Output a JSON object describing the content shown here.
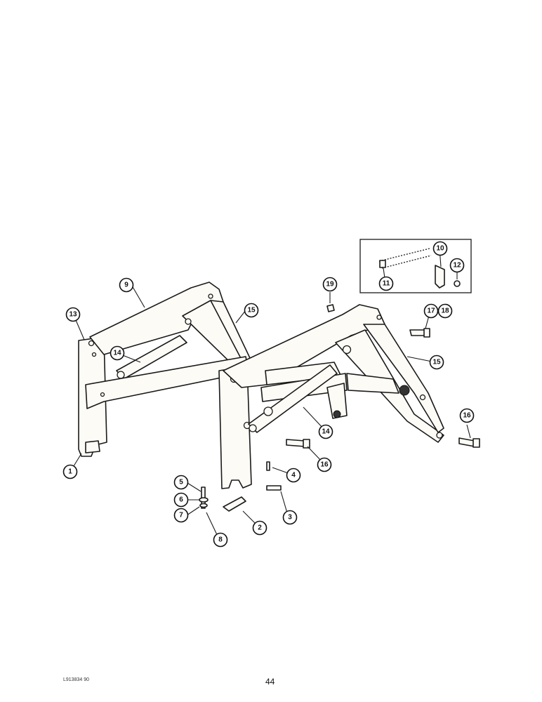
{
  "figure": {
    "callouts": [
      {
        "id": "c1",
        "label": "1"
      },
      {
        "id": "c2",
        "label": "2"
      },
      {
        "id": "c3",
        "label": "3"
      },
      {
        "id": "c4",
        "label": "4"
      },
      {
        "id": "c5",
        "label": "5"
      },
      {
        "id": "c6",
        "label": "6"
      },
      {
        "id": "c7",
        "label": "7"
      },
      {
        "id": "c8",
        "label": "8"
      },
      {
        "id": "c9",
        "label": "9"
      },
      {
        "id": "c10",
        "label": "10"
      },
      {
        "id": "c11",
        "label": "11"
      },
      {
        "id": "c12",
        "label": "12"
      },
      {
        "id": "c13",
        "label": "13"
      },
      {
        "id": "c14a",
        "label": "14"
      },
      {
        "id": "c14b",
        "label": "14"
      },
      {
        "id": "c15a",
        "label": "15"
      },
      {
        "id": "c15b",
        "label": "15"
      },
      {
        "id": "c16a",
        "label": "16"
      },
      {
        "id": "c16b",
        "label": "16"
      },
      {
        "id": "c17",
        "label": "17"
      },
      {
        "id": "c18",
        "label": "18"
      },
      {
        "id": "c19",
        "label": "19"
      }
    ]
  },
  "footer": {
    "doc_id": "L913834 90",
    "page_number": "44"
  }
}
